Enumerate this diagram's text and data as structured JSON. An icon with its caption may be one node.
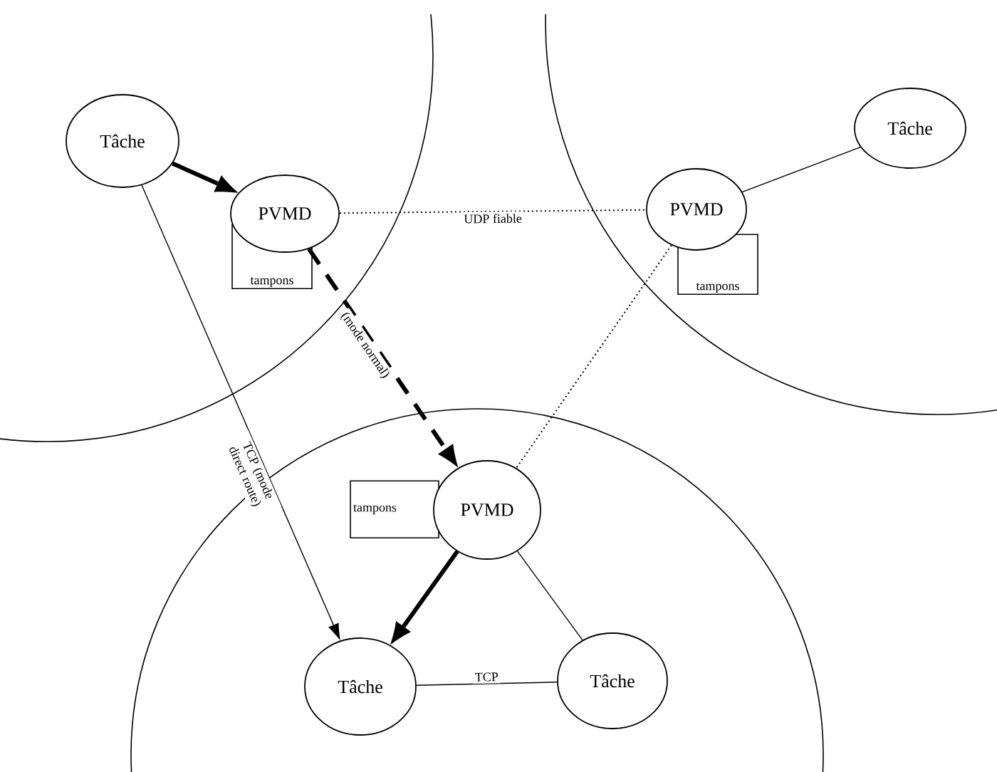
{
  "diagram": {
    "nodes": [
      {
        "text": [
          "Tâche"
        ]
      },
      {
        "text": [
          "PVMD"
        ]
      },
      {
        "text": [
          "tampons"
        ]
      },
      {
        "text": [
          "Tâche"
        ]
      },
      {
        "text": [
          "PVMD"
        ]
      },
      {
        "text": [
          "tampons"
        ]
      },
      {
        "text": [
          "PVMD"
        ]
      },
      {
        "text": [
          "tampons"
        ]
      },
      {
        "text": [
          "Tâche"
        ]
      },
      {
        "text": [
          "Tâche"
        ]
      }
    ],
    "edges": [
      {
        "from": 0,
        "to": 1,
        "arrow": "to",
        "style": "thick"
      },
      {
        "from": 1,
        "to": 4,
        "arrow": "none",
        "style": "dashed",
        "label": "UDP fiable"
      },
      {
        "from": 4,
        "to": 3,
        "arrow": "none"
      },
      {
        "from": 1,
        "to": 6,
        "arrow": "to",
        "style": "dashed",
        "label": "(mode normal)"
      },
      {
        "from": 4,
        "to": 6,
        "arrow": "none",
        "style": "dashed"
      },
      {
        "from": 0,
        "to": 8,
        "arrow": "to",
        "label": "TCP (mode direct route)"
      },
      {
        "from": 6,
        "to": 8,
        "arrow": "to",
        "style": "thick"
      },
      {
        "from": 6,
        "to": 9,
        "arrow": "none"
      },
      {
        "from": 8,
        "to": 9,
        "arrow": "none",
        "label": "TCP"
      }
    ]
  }
}
